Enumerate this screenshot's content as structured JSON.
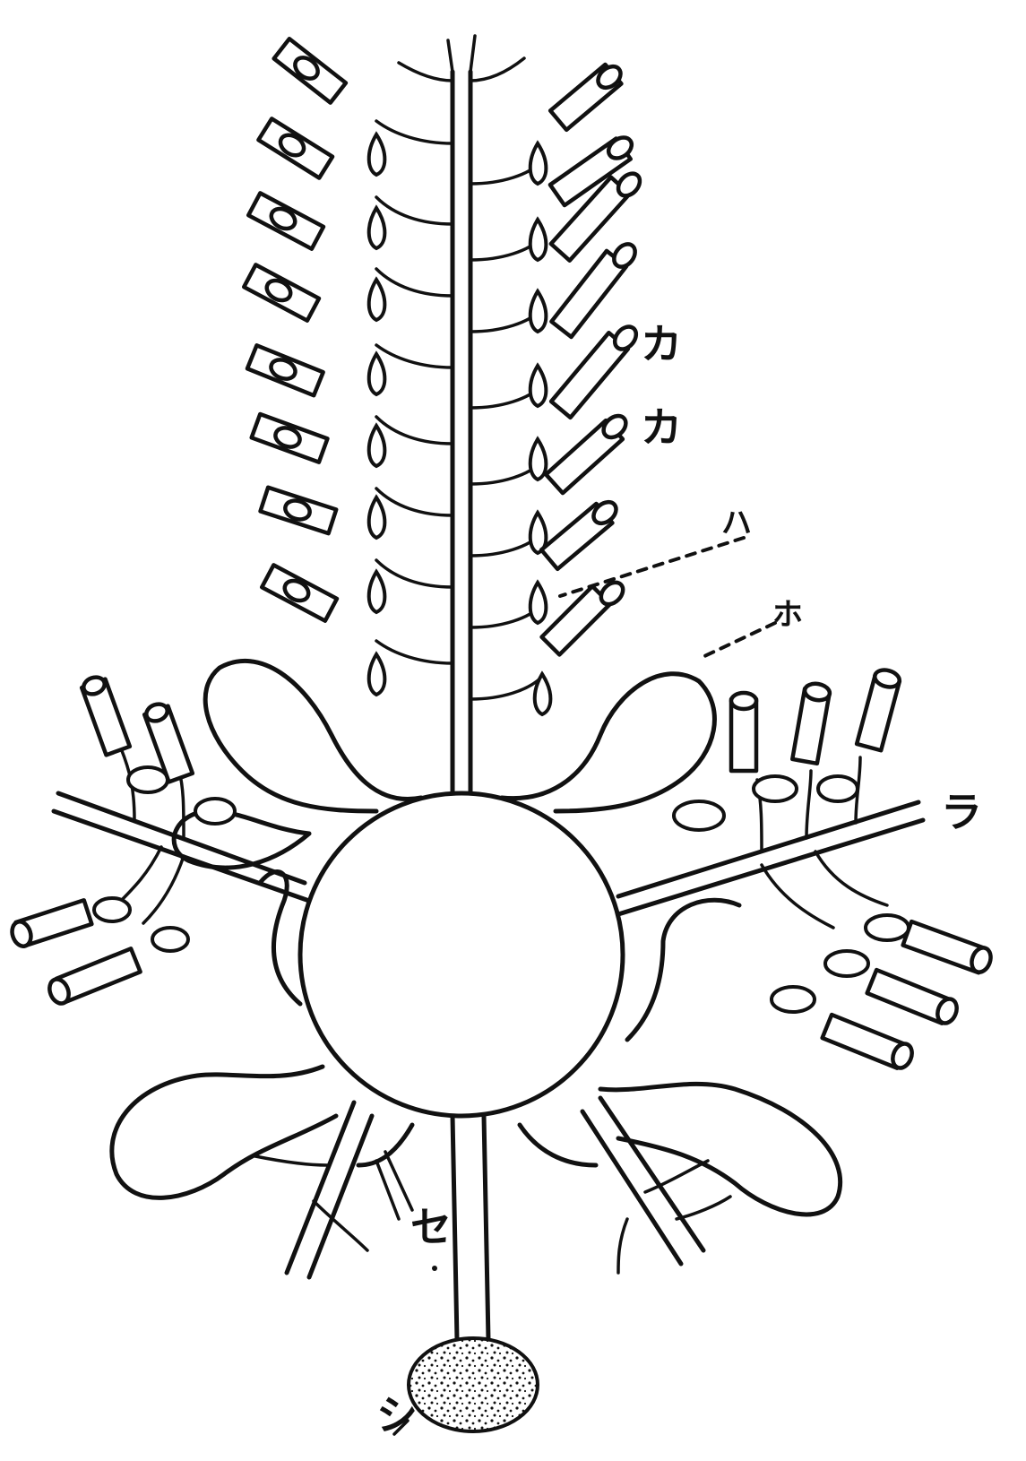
{
  "labels": {
    "ka_upper": "カ",
    "ka_lower": "カ",
    "ha": "ハ",
    "ho": "ホ",
    "ra": "ラ",
    "se": "セ",
    "shi": "シ"
  }
}
